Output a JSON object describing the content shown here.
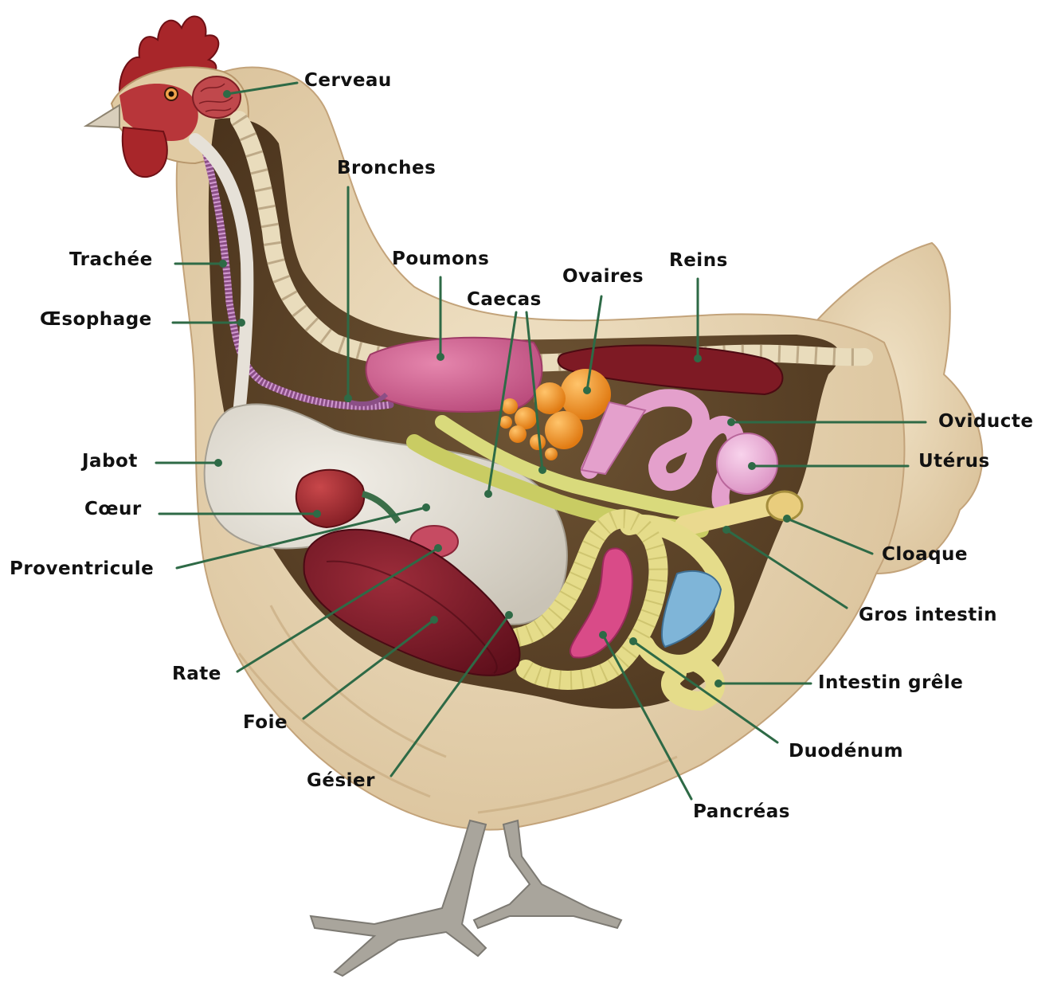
{
  "colors": {
    "background": "#ffffff",
    "feathers": "#e6d3b1",
    "feather_shadow": "#c9ad82",
    "cavity": "#5b4226",
    "comb": "#a8262a",
    "leader_line": "#2e6a46",
    "liver": "#7a1a26",
    "lung": "#c95a86",
    "ovary": "#f08b1c",
    "intestine": "#d8d77a",
    "oviduct": "#e8a5cf",
    "pancreas": "#d94b88",
    "spleen": "#c64b62",
    "crop": "#e0dcd2",
    "kidney": "#7e1a24",
    "bone": "#eee1c3",
    "leg": "#a8a49c"
  },
  "labels": {
    "cerveau": "Cerveau",
    "bronches": "Bronches",
    "trachee": "Trachée",
    "poumons": "Poumons",
    "reins": "Reins",
    "ovaires": "Ovaires",
    "caecas": "Caecas",
    "oesophage": "Œsophage",
    "oviducte": "Oviducte",
    "uterus": "Utérus",
    "jabot": "Jabot",
    "coeur": "Cœur",
    "cloaque": "Cloaque",
    "proventricule": "Proventricule",
    "gros_intestin": "Gros intestin",
    "rate": "Rate",
    "intestin_grele": "Intestin grêle",
    "foie": "Foie",
    "duodenum": "Duodénum",
    "gesier": "Gésier",
    "pancreas": "Pancréas"
  }
}
